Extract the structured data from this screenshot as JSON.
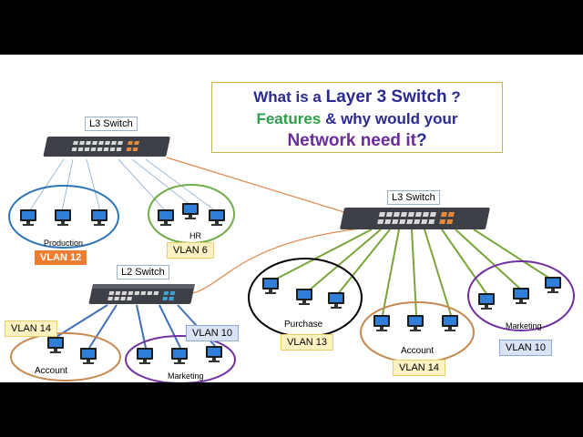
{
  "title": {
    "line1_prefix": "What is a ",
    "line1_emphasis": "Layer 3 Switch",
    "line1_suffix": " ?",
    "line2_green": "Features",
    "line2_rest": " & why would your",
    "line3_purple": "Network need it",
    "line3_mark": "?"
  },
  "switches": {
    "left_l3": "L3 Switch",
    "right_l3": "L3 Switch",
    "l2": "L2 Switch"
  },
  "groups": {
    "production": "Production",
    "hr": "HR",
    "purchase": "Purchase",
    "account_right": "Account",
    "marketing_right": "Marketing",
    "account_left": "Account",
    "marketing_left": "Marketing"
  },
  "vlans": {
    "v12": "VLAN 12",
    "v6": "VLAN 6",
    "v13": "VLAN 13",
    "v14_right": "VLAN 14",
    "v10_right": "VLAN 10",
    "v14_left": "VLAN 14",
    "v10_left": "VLAN 10"
  },
  "colors": {
    "link_green": "#7aa53a",
    "link_blue": "#3f6fb5",
    "link_orange": "#e0874a",
    "ring_blue": "#2e75b6",
    "ring_green": "#70ad47",
    "ring_black": "#000000",
    "ring_orange": "#c5894f",
    "ring_purple": "#7030a0"
  }
}
